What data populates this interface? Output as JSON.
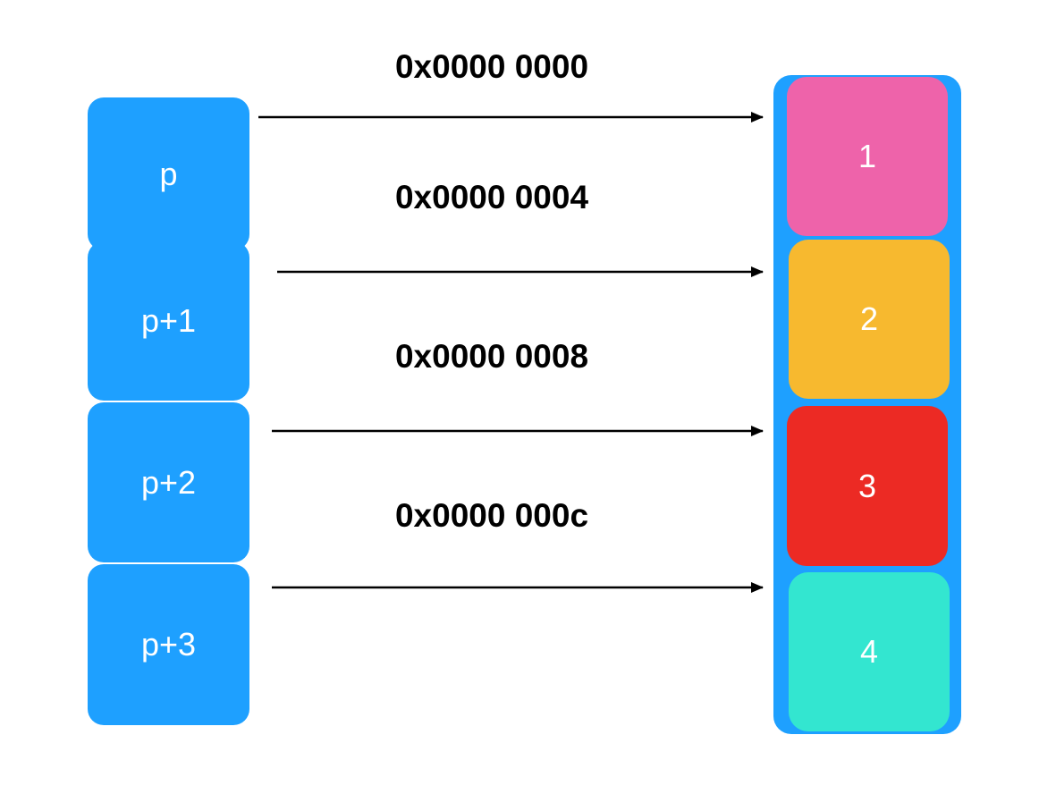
{
  "pointers": [
    {
      "label": "p"
    },
    {
      "label": "p+1"
    },
    {
      "label": "p+2"
    },
    {
      "label": "p+3"
    }
  ],
  "addresses": [
    {
      "label": "0x0000 0000"
    },
    {
      "label": "0x0000 0004"
    },
    {
      "label": "0x0000 0008"
    },
    {
      "label": "0x0000 000c"
    }
  ],
  "array": [
    {
      "label": "1",
      "color": "#ee63aa"
    },
    {
      "label": "2",
      "color": "#f7b92f"
    },
    {
      "label": "3",
      "color": "#ec2a24"
    },
    {
      "label": "4",
      "color": "#33e6d0"
    }
  ],
  "colors": {
    "pointer_box": "#1ea0ff",
    "array_container": "#1ea0ff",
    "arrow": "#000000"
  }
}
